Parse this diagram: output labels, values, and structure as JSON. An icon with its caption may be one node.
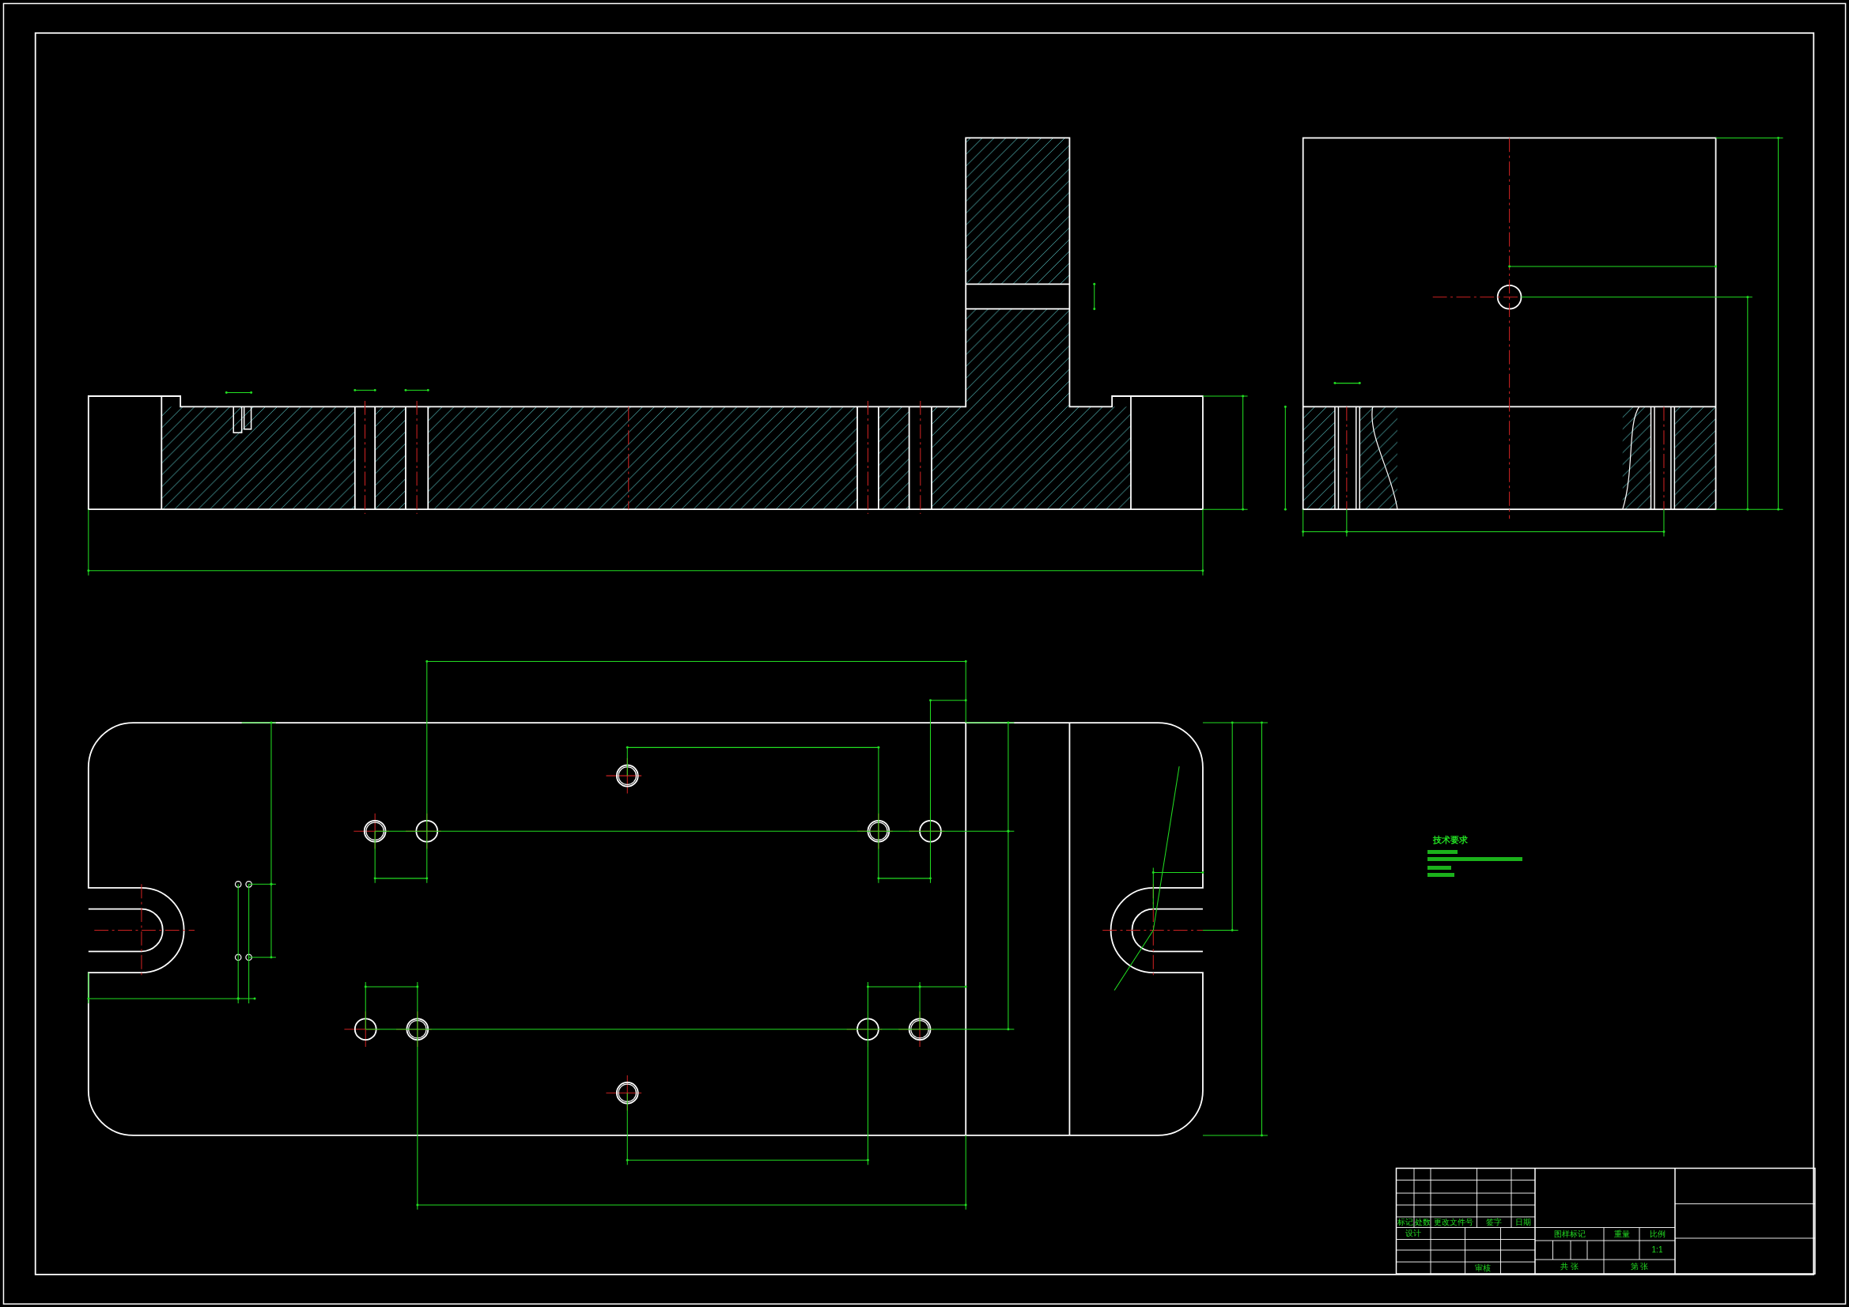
{
  "diagram": {
    "labels": [
      "技术要求",
      "标记",
      "处数",
      "更改文件号",
      "签字",
      "日期",
      "设计",
      "图样标记",
      "重量",
      "比例",
      "1:1",
      "审核",
      "共 张",
      "第 张"
    ]
  }
}
